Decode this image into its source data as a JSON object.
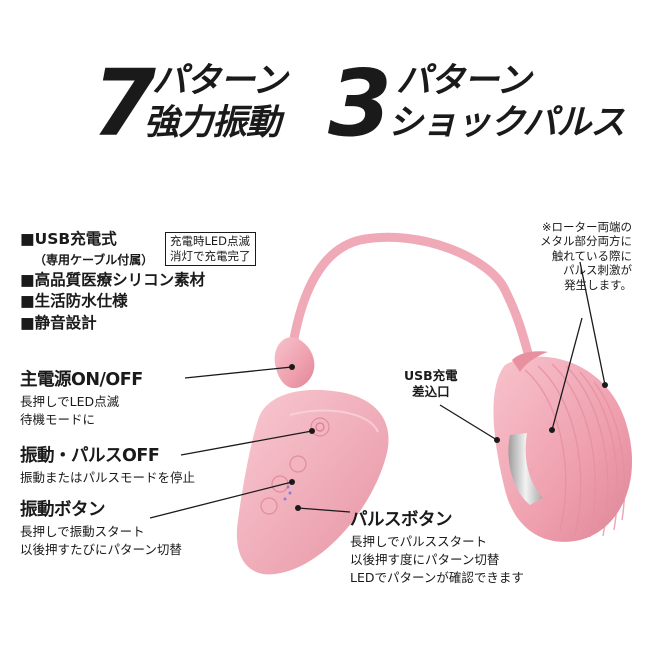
{
  "headline": {
    "left": {
      "number": "7",
      "line1": "パターン",
      "line2": "強力振動"
    },
    "right": {
      "number": "3",
      "line1": "パターン",
      "line2": "ショックパルス"
    }
  },
  "features": [
    {
      "bullet": "■",
      "text": "USB充電式",
      "sub": "（専用ケーブル付属）"
    },
    {
      "bullet": "■",
      "text": "高品質医療シリコン素材"
    },
    {
      "bullet": "■",
      "text": "生活防水仕様"
    },
    {
      "bullet": "■",
      "text": "静音設計"
    }
  ],
  "led_note": {
    "line1": "充電時LED点滅",
    "line2": "消灯で充電完了"
  },
  "pulse_note": {
    "line1": "※ローター両端の",
    "line2": "メタル部分両方に",
    "line3": "触れている際に",
    "line4": "パルス刺激が",
    "line5": "発生します。"
  },
  "usb_port": {
    "line1": "USB充電",
    "line2": "差込口"
  },
  "callouts": {
    "power": {
      "label": "主電源ON/OFF",
      "desc1": "長押しでLED点滅",
      "desc2": "待機モードに"
    },
    "off": {
      "label": "振動・パルスOFF",
      "desc1": "振動またはパルスモードを停止"
    },
    "vibe": {
      "label": "振動ボタン",
      "desc1": "長押しで振動スタート",
      "desc2": "以後押すたびにパターン切替"
    },
    "pulse": {
      "label": "パルスボタン",
      "desc1": "長押しでパルススタート",
      "desc2": "以後押す度にパターン切替",
      "desc3": "LEDでパターンが確認できます"
    }
  },
  "colors": {
    "product_pink": "#f0a9b6",
    "product_dark": "#d98a99",
    "text": "#1a1a1a",
    "metal": "#c9c9c9"
  }
}
